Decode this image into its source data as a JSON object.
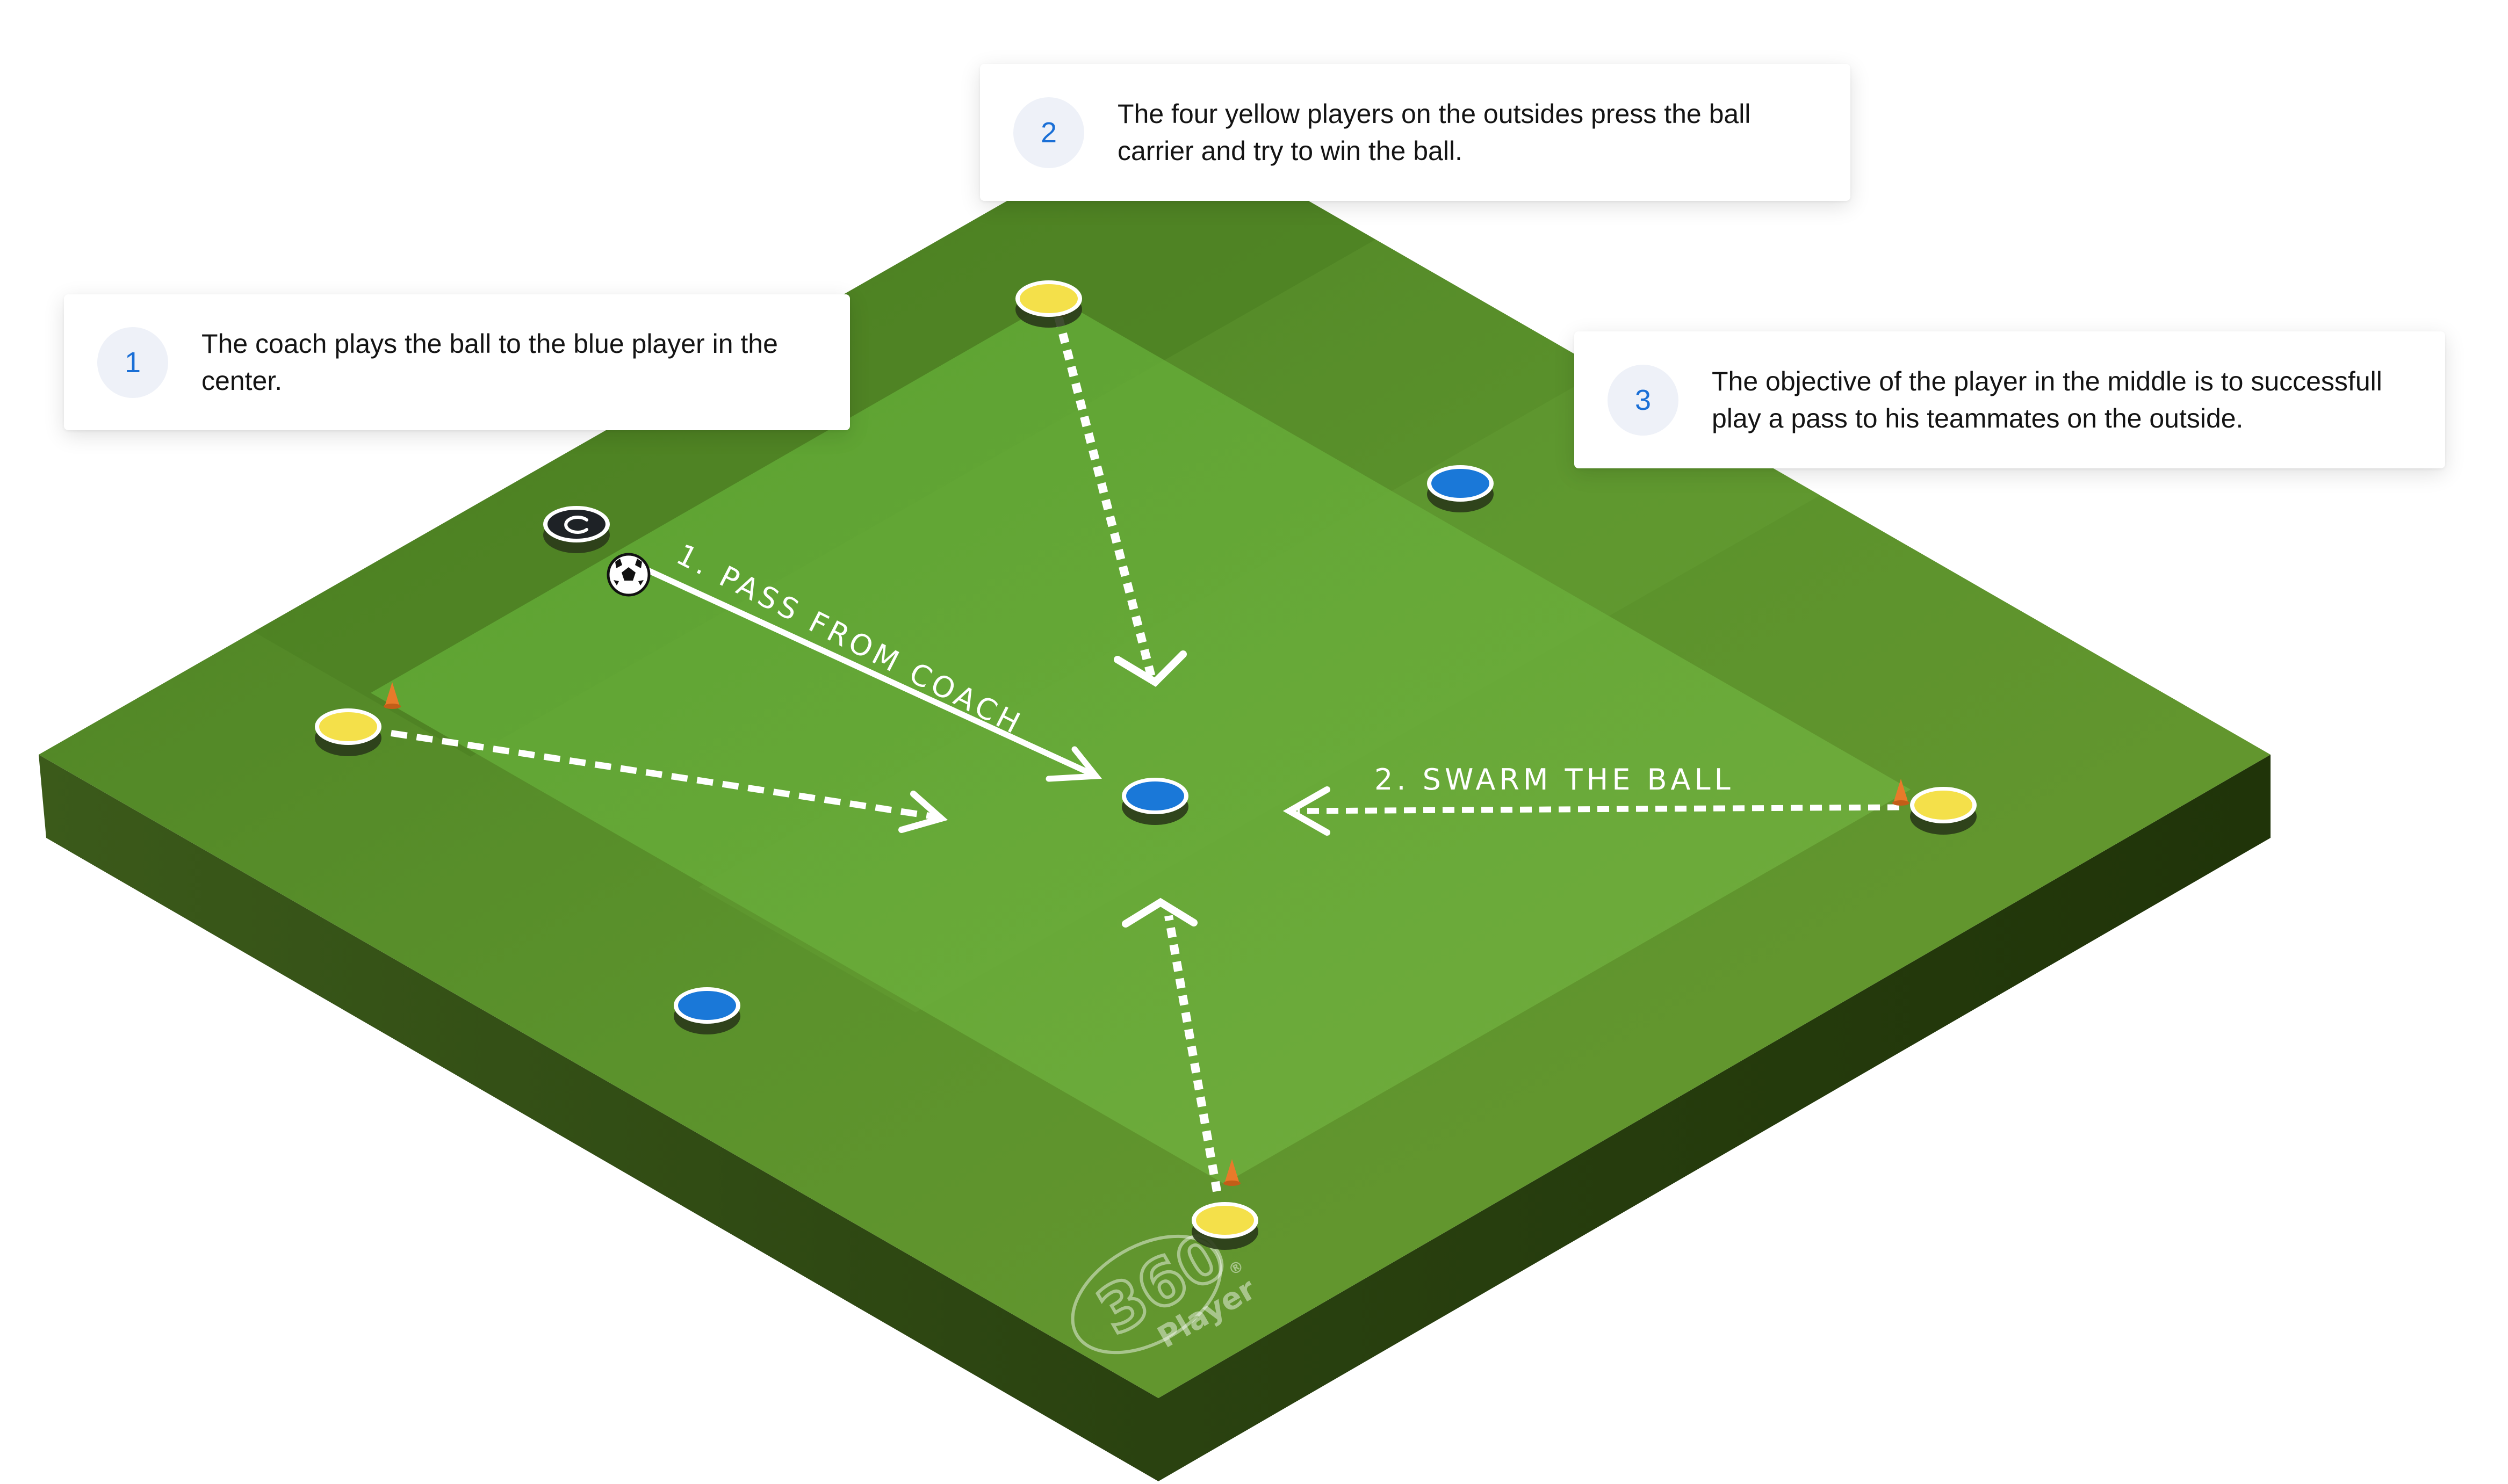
{
  "callouts": [
    {
      "number": "1",
      "text": "The coach plays the ball to the blue player in the center."
    },
    {
      "number": "2",
      "text": "The four yellow players on the outsides press the ball carrier and try to win the ball."
    },
    {
      "number": "3",
      "text": "The objective of the player in the middle is to successfull play a pass to his teammates on the outside."
    }
  ],
  "field_labels": {
    "pass": "1. PASS FROM COACH",
    "swarm": "2. SWARM THE BALL"
  },
  "logo": {
    "number": "360",
    "word": "Player",
    "mark": "®"
  },
  "colors": {
    "yellow_player": "#f4e04a",
    "blue_player": "#1a78d8",
    "coach": "#1e2226",
    "cone": "#e87a2a",
    "pitch": "#5c9a2c",
    "inner_zone": "#6aaa3a",
    "arrow": "#ffffff",
    "badge_text": "#1a6fd6"
  },
  "icons": [
    "coach-icon",
    "soccer-ball-icon",
    "cone-icon",
    "arrow-icon"
  ]
}
